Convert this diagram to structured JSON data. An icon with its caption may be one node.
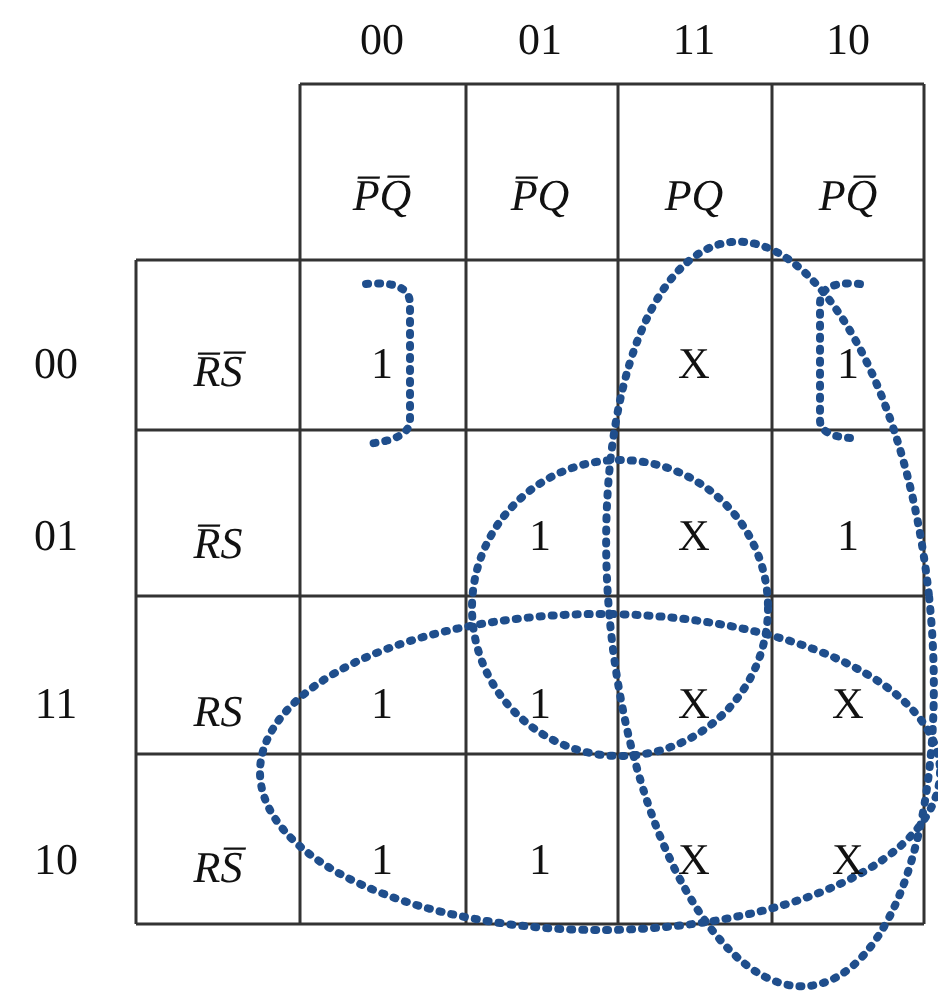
{
  "diagram": {
    "labels": [
      "00",
      "01",
      "11",
      "10",
      "P̅Q̅",
      "P̅Q",
      "PQ",
      "PQ̅",
      "00",
      "R̅S̅",
      "1",
      "X",
      "1",
      "01",
      "R̅S",
      "1",
      "X",
      "1",
      "11",
      "RS",
      "1",
      "1",
      "X",
      "X",
      "10",
      "RS̅",
      "1",
      "1",
      "X",
      "X"
    ]
  }
}
